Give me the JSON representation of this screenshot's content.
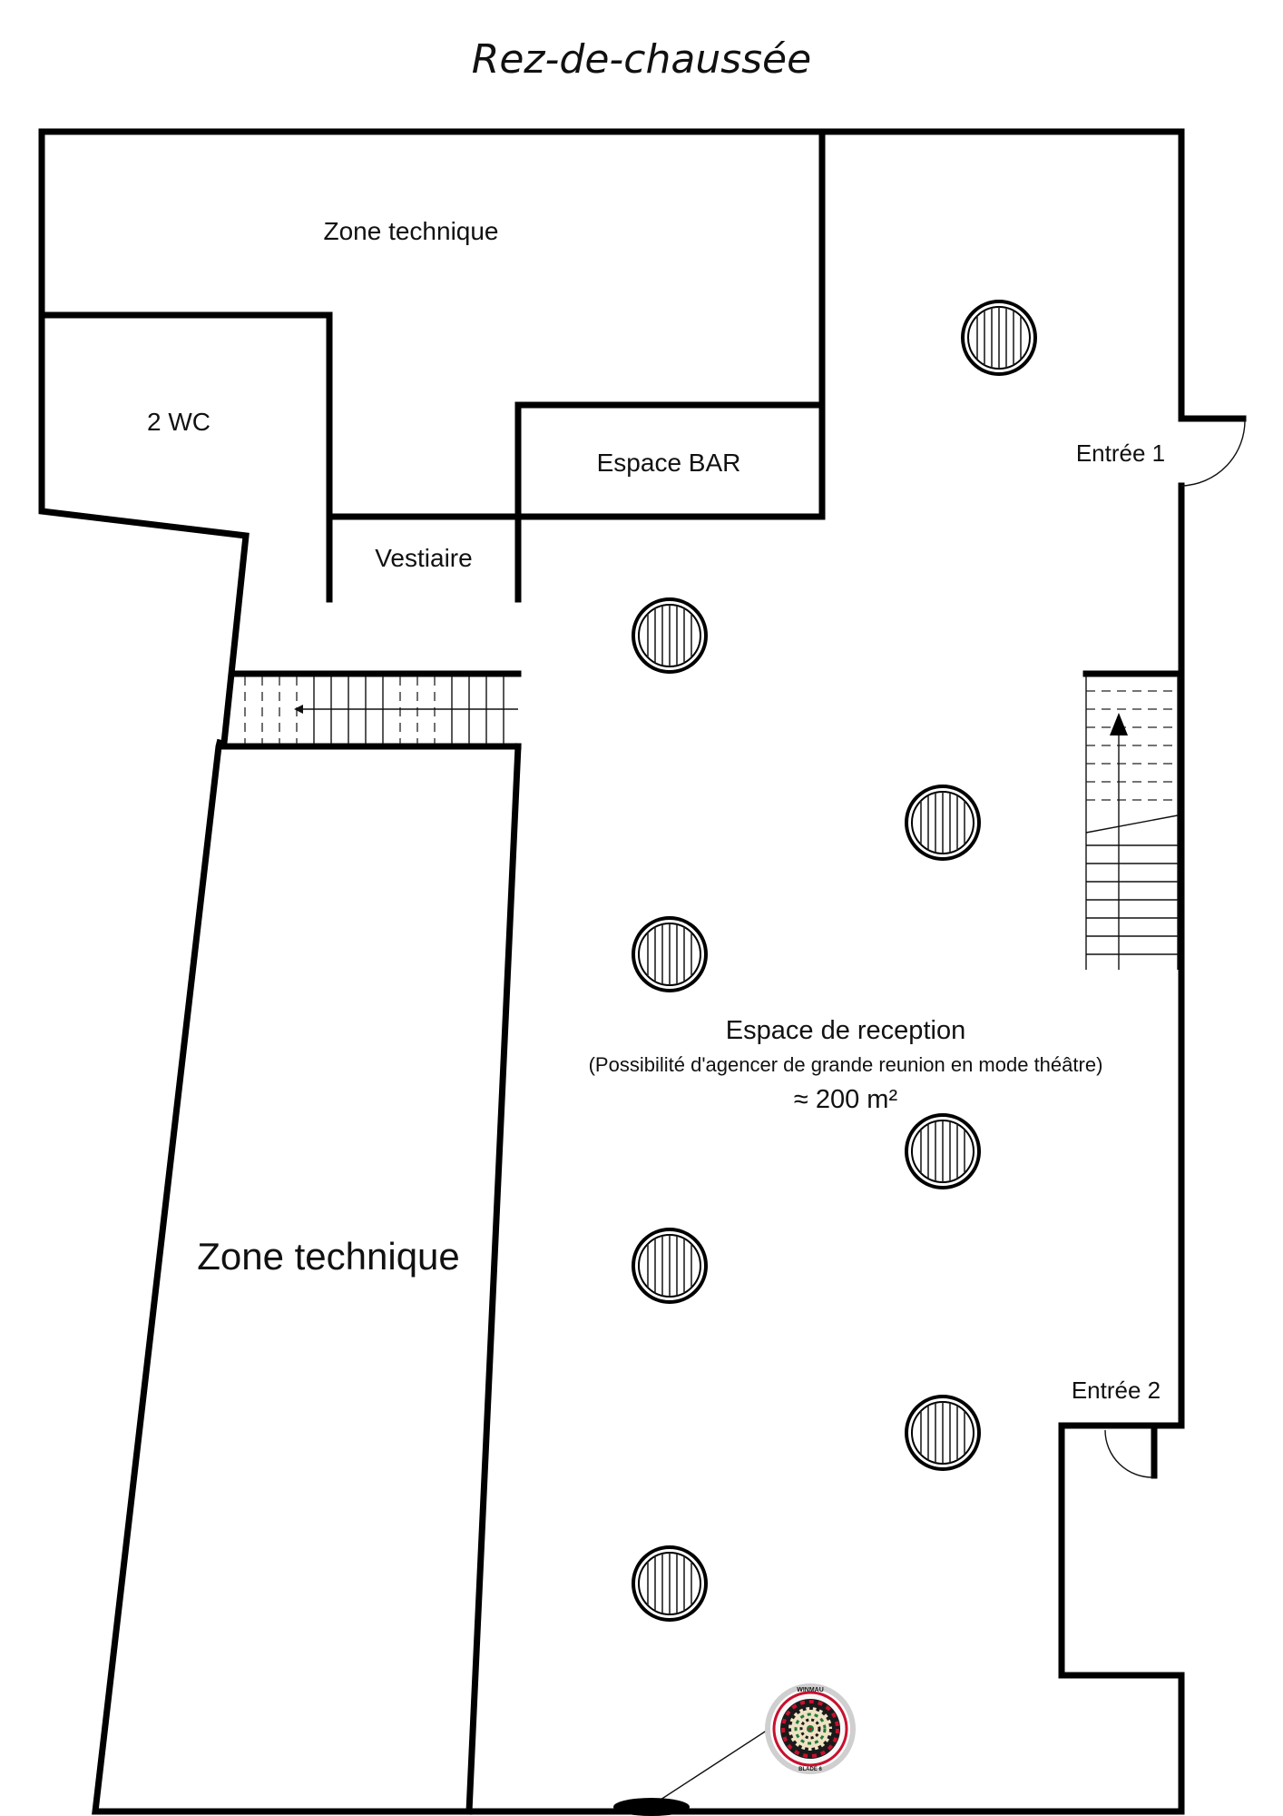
{
  "title": "Rez-de-chaussée",
  "rooms": {
    "zone_technique_top": "Zone technique",
    "wc": "2 WC",
    "bar": "Espace BAR",
    "vestiaire": "Vestiaire",
    "zone_technique_big": "Zone technique",
    "reception": {
      "name": "Espace de reception",
      "note": "(Possibilité d'agencer de grande reunion en mode théâtre)",
      "area": "≈ 200 m²"
    }
  },
  "entrances": {
    "entree_1": "Entrée 1",
    "entree_2": "Entrée 2"
  },
  "icons": {
    "barrel": "barrel-table-icon",
    "stairs": "staircase-icon",
    "door": "door-swing-icon",
    "dartboard": "dartboard-icon"
  },
  "dartboard": {
    "brand_top": "WINMAU",
    "brand_bottom": "BLADE 6"
  },
  "colors": {
    "walls": "#000000",
    "dart_red": "#c8102e",
    "dart_green": "#1d7a3a",
    "dart_cream": "#efe2c4"
  }
}
